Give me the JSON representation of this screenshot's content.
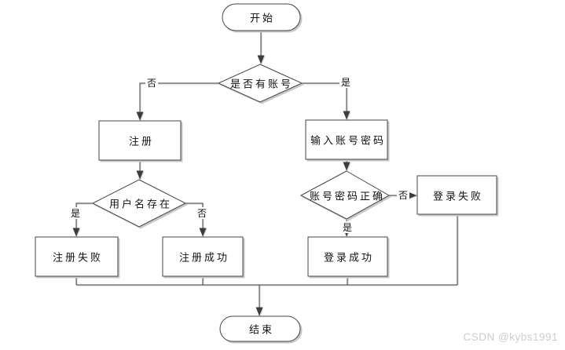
{
  "diagram_type": "flowchart",
  "nodes": {
    "start": {
      "label": "开始",
      "shape": "terminator"
    },
    "has_account": {
      "label": "是否有账号",
      "shape": "decision"
    },
    "register": {
      "label": "注册",
      "shape": "process"
    },
    "input_credentials": {
      "label": "输入账号密码",
      "shape": "process"
    },
    "username_exists": {
      "label": "用户名存在",
      "shape": "decision"
    },
    "register_fail": {
      "label": "注册失败",
      "shape": "process"
    },
    "register_success": {
      "label": "注册成功",
      "shape": "process"
    },
    "credentials_correct": {
      "label": "账号密码正确",
      "shape": "decision"
    },
    "login_fail": {
      "label": "登录失败",
      "shape": "process"
    },
    "login_success": {
      "label": "登录成功",
      "shape": "process"
    },
    "end": {
      "label": "结束",
      "shape": "terminator"
    }
  },
  "edge_labels": {
    "has_account_no": "否",
    "has_account_yes": "是",
    "username_exists_yes": "是",
    "username_exists_no": "否",
    "credentials_correct_no": "否",
    "credentials_correct_yes": "是"
  },
  "watermark": "CSDN @kybs1991",
  "colors": {
    "line": "#454545",
    "shape_fill": "#ffffff",
    "shadow": "#c8c8c8",
    "text": "#111111",
    "watermark": "#cdcdcd",
    "background": "#ffffff"
  }
}
